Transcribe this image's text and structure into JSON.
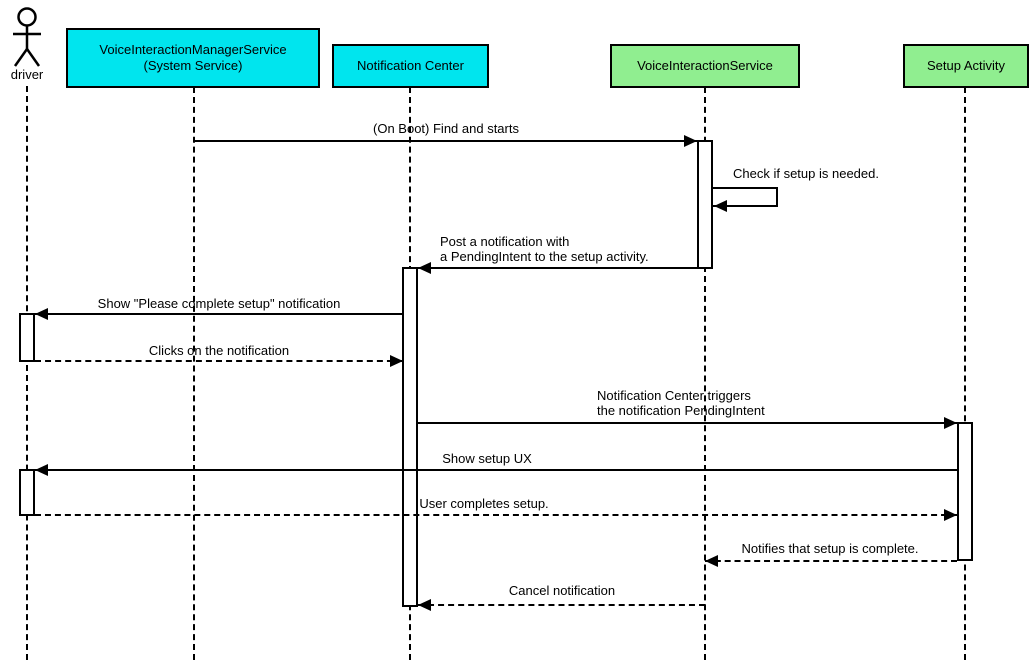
{
  "diagram": {
    "type": "uml-sequence",
    "actor": {
      "label": "driver"
    },
    "participants": [
      {
        "label": "VoiceInteractionManagerService\n(System Service)",
        "fill": "#00E5EE"
      },
      {
        "label": "Notification Center",
        "fill": "#00E5EE"
      },
      {
        "label": "VoiceInteractionService",
        "fill": "#90EE90"
      },
      {
        "label": "Setup Activity",
        "fill": "#90EE90"
      }
    ],
    "messages": [
      {
        "text": "(On Boot) Find and starts",
        "from": "VoiceInteractionManagerService (System Service)",
        "to": "VoiceInteractionService",
        "line": "solid",
        "direction": "right"
      },
      {
        "text": "Check if setup is needed.",
        "from": "VoiceInteractionService",
        "to": "VoiceInteractionService",
        "line": "solid",
        "direction": "self"
      },
      {
        "text": "Post a notification with\na PendingIntent to the setup activity.",
        "from": "VoiceInteractionService",
        "to": "Notification Center",
        "line": "solid",
        "direction": "left"
      },
      {
        "text": "Show \"Please complete setup\" notification",
        "from": "Notification Center",
        "to": "driver",
        "line": "solid",
        "direction": "left"
      },
      {
        "text": "Clicks on the notification",
        "from": "driver",
        "to": "Notification Center",
        "line": "dashed",
        "direction": "right"
      },
      {
        "text": "Notification Center triggers\nthe notification PendingIntent",
        "from": "Notification Center",
        "to": "Setup Activity",
        "line": "solid",
        "direction": "right"
      },
      {
        "text": "Show setup UX",
        "from": "Setup Activity",
        "to": "driver",
        "line": "solid",
        "direction": "left"
      },
      {
        "text": "User completes setup.",
        "from": "driver",
        "to": "Setup Activity",
        "line": "dashed",
        "direction": "right"
      },
      {
        "text": "Notifies that setup is complete.",
        "from": "Setup Activity",
        "to": "VoiceInteractionService",
        "line": "dashed",
        "direction": "left"
      },
      {
        "text": "Cancel notification",
        "from": "VoiceInteractionService",
        "to": "Notification Center",
        "line": "dashed",
        "direction": "left"
      }
    ],
    "colors": {
      "system_service_fill": "#00E5EE",
      "app_component_fill": "#90EE90",
      "stroke": "#000000",
      "background": "#ffffff"
    }
  }
}
